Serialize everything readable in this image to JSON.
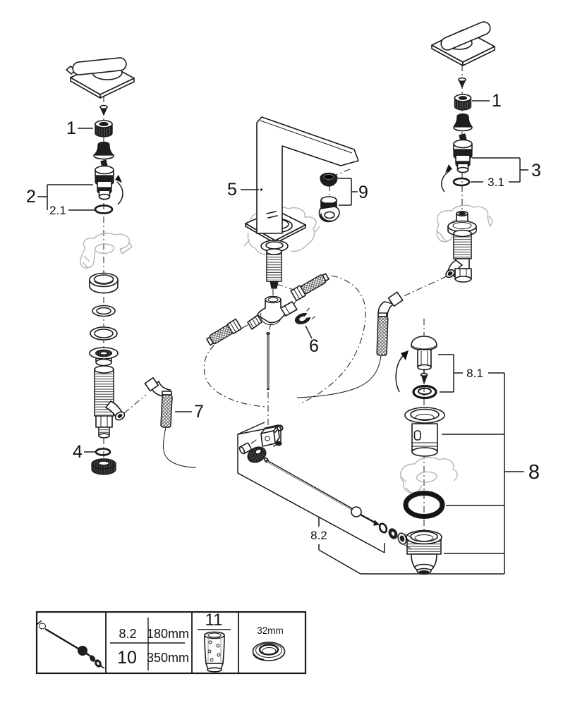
{
  "figure": {
    "callouts": {
      "handle_cap_left": "1",
      "handle_cap_right": "1",
      "cartridge_left": "2",
      "cartridge_left_oring": "2.1",
      "cartridge_right": "3",
      "cartridge_right_oring": "3.1",
      "mounting_nut": "4",
      "spout": "5",
      "clip": "6",
      "connection_hose": "7",
      "waste_set": "8",
      "waste_plug": "8.1",
      "popup_rod": "8.2",
      "mousseur": "9"
    },
    "legend_table": {
      "row1_ref": "8.2",
      "row1_length": "180mm",
      "row2_ref": "10",
      "row2_length": "350mm",
      "strainer_ref": "11",
      "seal_size": "32mm"
    }
  }
}
